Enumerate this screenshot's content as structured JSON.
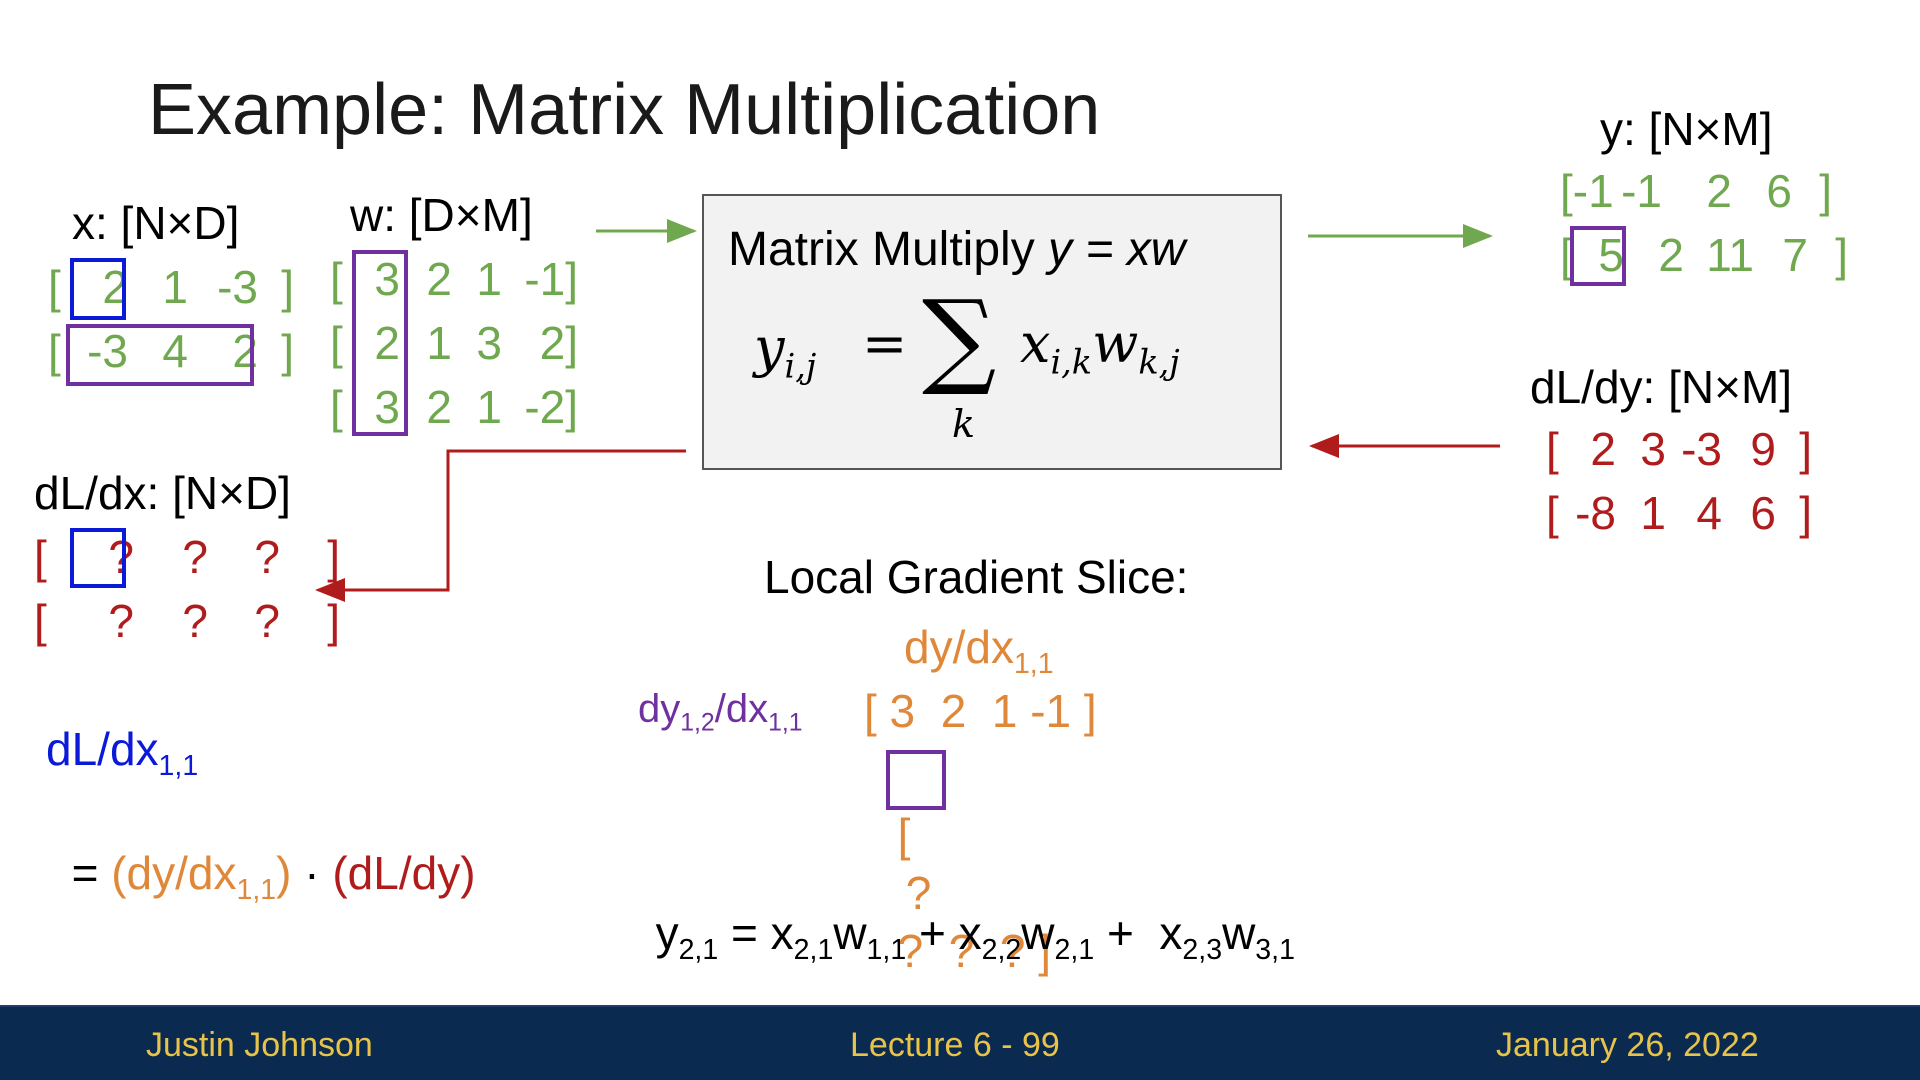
{
  "title": "Example: Matrix Multiplication",
  "x_block": {
    "label": "x: [N×D]",
    "rows": [
      [
        "[",
        "2",
        "1",
        "-3",
        "]"
      ],
      [
        "[",
        "-3",
        "4",
        "2",
        "]"
      ]
    ]
  },
  "w_block": {
    "label": "w: [D×M]",
    "rows": [
      [
        "[",
        "3",
        "2",
        "1",
        "-1]"
      ],
      [
        "[",
        "2",
        "1",
        "3",
        "2]"
      ],
      [
        "[",
        "3",
        "2",
        "1",
        "-2]"
      ]
    ]
  },
  "y_block": {
    "label": "y: [N×M]",
    "rows": [
      [
        "[-1",
        "-1",
        "2",
        "6",
        "]"
      ],
      [
        "[",
        "5",
        "2",
        "11",
        "7",
        "]"
      ]
    ]
  },
  "dldy_block": {
    "label": "dL/dy: [N×M]",
    "rows": [
      [
        "[",
        "2",
        "3",
        "-3",
        "9",
        "]"
      ],
      [
        "[",
        "-8",
        "1",
        "4",
        "6",
        "]"
      ]
    ]
  },
  "dldx_block": {
    "label": "dL/dx: [N×D]",
    "rows": [
      [
        "[",
        "?",
        "?",
        "?",
        "]"
      ],
      [
        "[",
        "?",
        "?",
        "?",
        "]"
      ]
    ]
  },
  "matmul_box": {
    "title_prefix": "Matrix Multiply ",
    "title_formula": "y = xw",
    "equation_lhs": "y",
    "equation_lhs_sub": "i,j",
    "equation_eq": "=",
    "sigma": "∑",
    "sigma_sub": "k",
    "equation_x": "x",
    "equation_x_sub": "i,k",
    "equation_w": "w",
    "equation_w_sub": "k,j"
  },
  "local_gradient": {
    "heading": "Local Gradient Slice:",
    "dydx": "dy/dx",
    "dydx_sub": "1,1",
    "row_label": "dy",
    "row_label_sub1": "1,2",
    "row_label_mid": "/dx",
    "row_label_sub2": "1,1",
    "row1": "[ 3  2  1 -1 ]",
    "row2_open": "[",
    "row2_first": "?",
    "row2_rest": "?  ?  ? ]"
  },
  "chain_rule": {
    "line1": "dL/dx",
    "line1_sub": "1,1",
    "eq": "= ",
    "part1": "(dy/dx",
    "part1_sub": "1,1",
    "part1_close": ")",
    "dot": " · ",
    "part2": "(dL/dy)"
  },
  "y21_equation": {
    "text": [
      {
        "t": "y",
        "s": "2,1"
      },
      {
        "t": " = x",
        "s": "2,1"
      },
      {
        "t": "w",
        "s": "1,1"
      },
      {
        "t": " + x",
        "s": "2,2"
      },
      {
        "t": "w",
        "s": "2,1"
      },
      {
        "t": " +  x",
        "s": "2,3"
      },
      {
        "t": "w",
        "s": "3,1"
      }
    ]
  },
  "footer": {
    "author": "Justin Johnson",
    "lecture": "Lecture 6 - 99",
    "date": "January 26, 2022"
  },
  "colors": {
    "green": "#70a84f",
    "red": "#b01c1c",
    "orange": "#e0883a",
    "purple": "#7030a0",
    "blue": "#0a1ad8",
    "footer_bg": "#0b2a4f",
    "footer_text": "#e8c34a"
  }
}
